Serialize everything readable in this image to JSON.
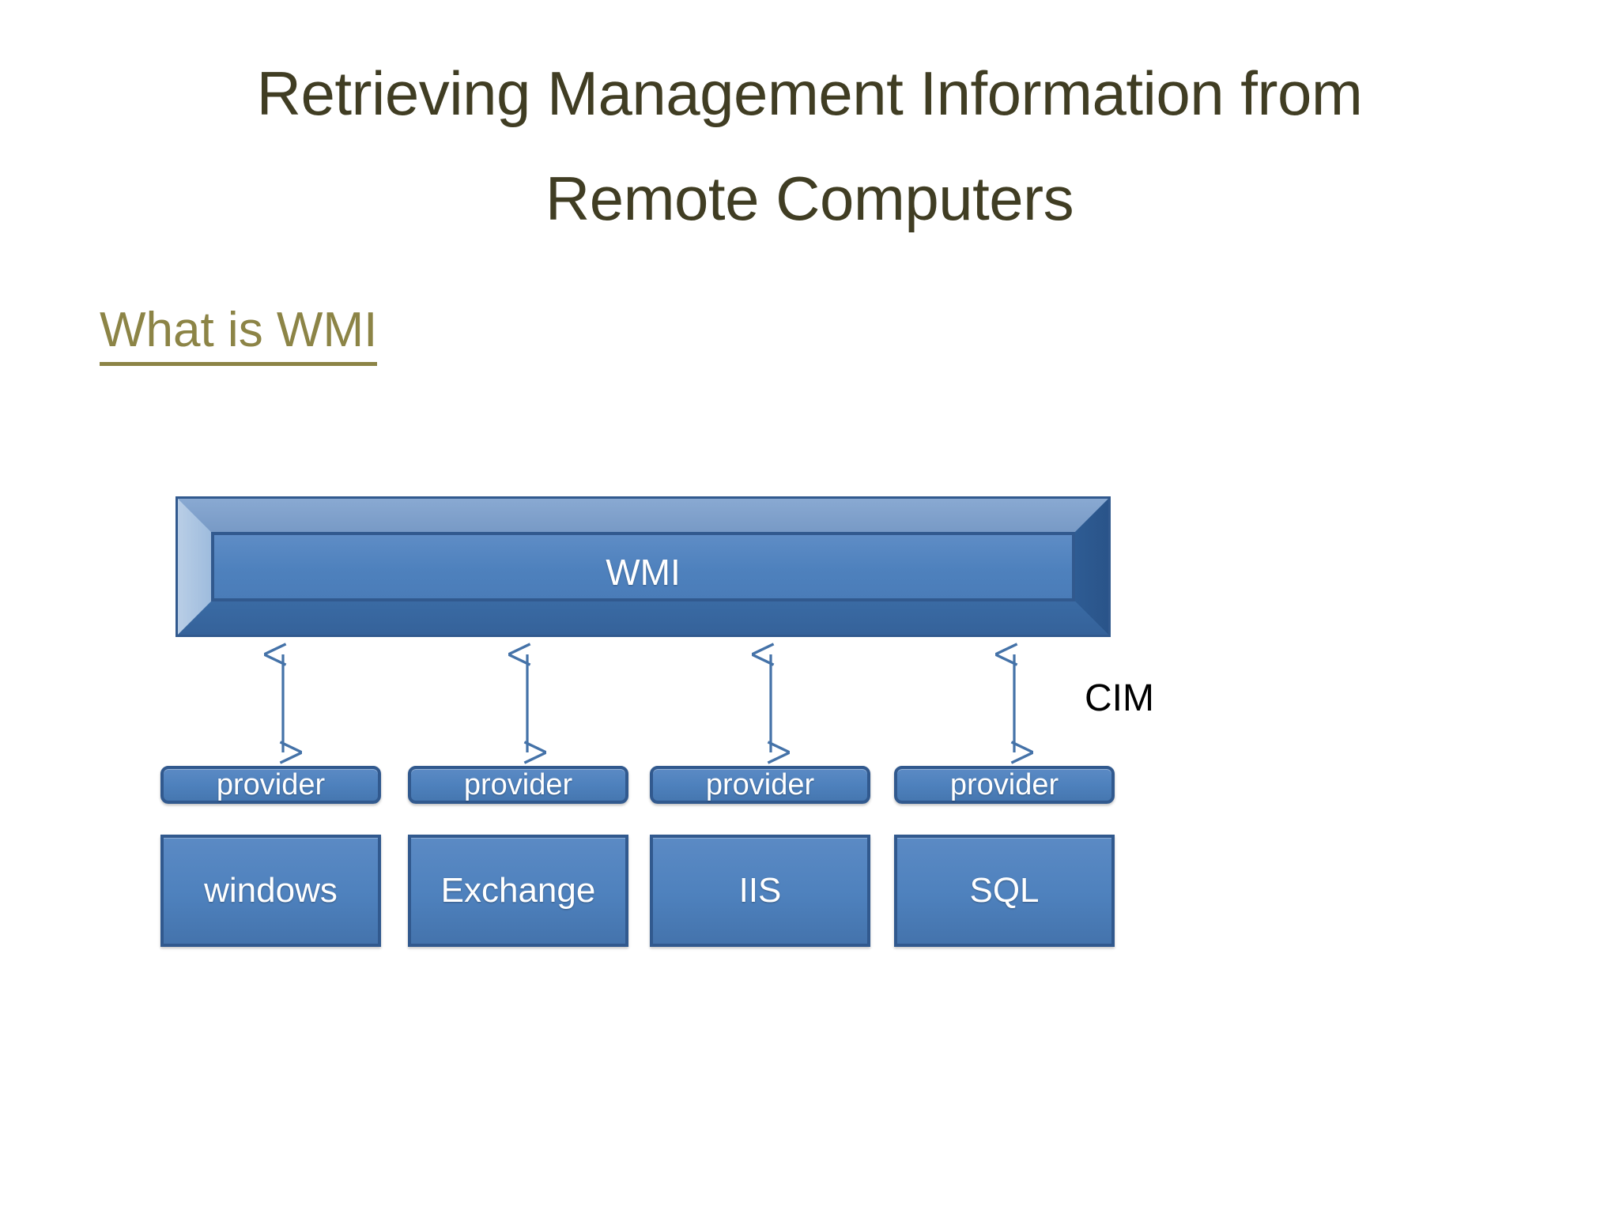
{
  "slide": {
    "title": "Retrieving Management Information from\nRemote Computers",
    "section_heading": "What is WMI",
    "background_color": "#FFFFFF",
    "title_color": "#403D23",
    "heading_color": "#8C8446"
  },
  "diagram": {
    "type": "architecture-block-diagram",
    "top_block": {
      "label": "WMI",
      "style": "beveled-3d-bar",
      "fill_color": "#4E81BD",
      "border_color": "#31598E",
      "bevel_light_color": "#A8C1DE",
      "bevel_top_color": "#7A9CC6",
      "bevel_dark_color": "#2F5E96",
      "text_color": "#FFFFFF"
    },
    "connector": {
      "label": "CIM",
      "label_color": "#000000",
      "arrow_color": "#4472A8",
      "arrow_style": "double-headed-vertical",
      "count": 4
    },
    "columns": [
      {
        "provider_label": "provider",
        "service_label": "windows"
      },
      {
        "provider_label": "provider",
        "service_label": "Exchange"
      },
      {
        "provider_label": "provider",
        "service_label": "IIS"
      },
      {
        "provider_label": "provider",
        "service_label": "SQL"
      }
    ],
    "box_colors": {
      "fill": "#4E81BD",
      "border": "#31598E",
      "text": "#FFFFFF"
    }
  }
}
